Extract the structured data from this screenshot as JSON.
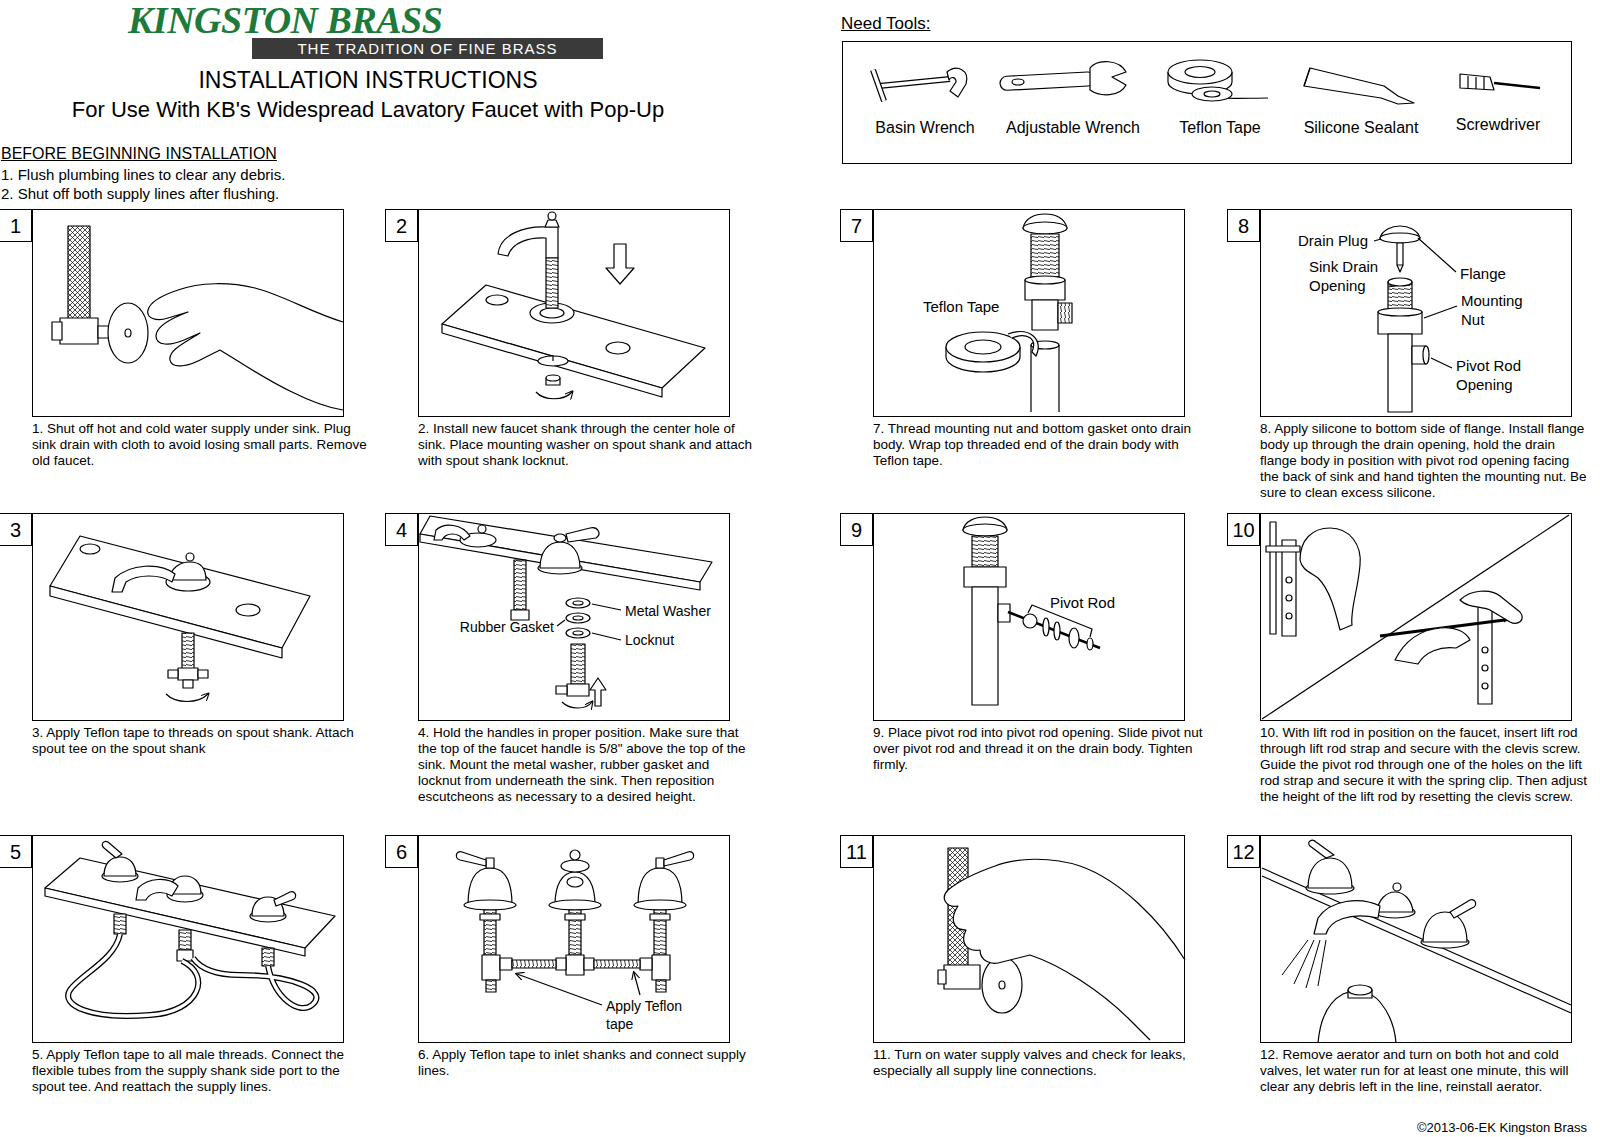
{
  "diagram": {
    "title": "INSTALLATION INSTRUCTIONS",
    "nodes": [
      {
        "text": [
          "THE TRADITION OF FINE BRASS"
        ]
      },
      {
        "text": [
          "Need Tools:"
        ]
      },
      {
        "text": [
          "1. Shut off hot and cold water supply under sink. Plug sink drain with cloth to avoid losing small parts. Remove old faucet."
        ]
      },
      {
        "text": [
          "1"
        ],
        "in": 2
      },
      {
        "text": [
          "2. Install new faucet shank through the center hole of sink. Place mounting washer on spout shank and attach with spout shank locknut."
        ]
      },
      {
        "text": [
          "2"
        ],
        "in": 4
      },
      {
        "text": [
          "3. Apply Teflon tape to threads on spout shank. Attach spout tee on the spout shank"
        ]
      },
      {
        "text": [
          "3"
        ],
        "in": 6
      },
      {
        "text": [
          "4. Hold the handles in proper position. Make sure that the top of the faucet handle is 5/8\" above the top of the sink. Mount the metal washer, rubber gasket and locknut from underneath the sink. Then reposition escutcheons as necessary to a desired height."
        ]
      },
      {
        "text": [
          "4"
        ],
        "in": 8
      },
      {
        "text": [
          "5. Apply Teflon tape to all male threads. Connect the flexible tubes from the supply shank side port to the spout tee. And reattach the supply lines."
        ]
      },
      {
        "text": [
          "5"
        ],
        "in": 10
      },
      {
        "text": [
          "6. Apply Teflon tape to inlet shanks and connect supply lines."
        ]
      },
      {
        "text": [
          "6"
        ],
        "in": 12
      },
      {
        "text": [
          "7. Thread mounting nut and bottom gasket onto drain body. Wrap top threaded end of the drain body with Teflon tape."
        ]
      },
      {
        "text": [
          "7"
        ],
        "in": 14
      },
      {
        "text": [
          "8. Apply silicone to bottom side of flange. Install flange body up through the drain opening, hold the drain flange body in position with pivot rod opening facing the back of sink and hand tighten the mounting nut. Be sure to clean excess silicone."
        ]
      },
      {
        "text": [
          "8"
        ],
        "in": 16
      },
      {
        "text": [
          "9. Place pivot rod into pivot rod opening. Slide pivot nut over pivot rod and thread it on the drain body. Tighten firmly."
        ]
      },
      {
        "text": [
          "9"
        ],
        "in": 18
      },
      {
        "text": [
          "10. With lift rod in position on the faucet, insert lift rod through lift rod strap and secure with the clevis screw. Guide the pivot rod through one of the holes on the lift rod strap and secure it with the spring clip. Then adjust the height of the lift rod by resetting the clevis screw."
        ]
      },
      {
        "text": [
          "10"
        ],
        "in": 20
      },
      {
        "text": [
          "11. Turn on water supply valves and check for leaks, especially all supply line connections."
        ]
      },
      {
        "text": [
          "11"
        ],
        "in": 22
      },
      {
        "text": [
          "12. Remove aerator and turn on both hot and cold valves, let water run for at least one minute, this will clear any debris left in the line, reinstall aerator."
        ]
      },
      {
        "text": [
          "12"
        ],
        "in": 24
      }
    ],
    "labels": [
      "KINGSTON BRASS",
      "For Use With KB's Widespread Lavatory Faucet with Pop-Up",
      "BEFORE BEGINNING INSTALLATION",
      "1. Flush plumbing lines to clear any debris.",
      "2. Shut off both supply lines after flushing.",
      "Basin Wrench",
      "Adjustable Wrench",
      "Teflon Tape",
      "Silicone Sealant",
      "Screwdriver",
      "Rubber Gasket",
      "Metal Washer",
      "Locknut",
      "Apply Teflon tape",
      "Teflon Tape",
      "Drain Plug",
      "Sink Drain Opening",
      "Flange",
      "Mounting Nut",
      "Pivot Rod Opening",
      "Pivot Rod",
      "©2013-06-EK Kingston Brass"
    ]
  }
}
